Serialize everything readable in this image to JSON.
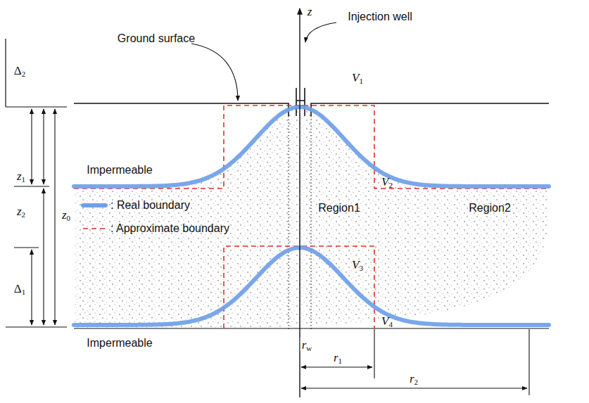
{
  "diagram": {
    "labels": [
      "Ground surface",
      "Injection well",
      "z",
      "Δ2",
      "z1",
      "z0",
      "z2",
      "Δ1",
      "Impermeable",
      "V1",
      "V2",
      "Region1",
      "Region2",
      "V3",
      "V4",
      "Impermeable",
      "rw",
      "r1",
      "r2"
    ],
    "legend": [
      {
        "text": ": Real boundary"
      },
      {
        "text": ": Approximate boundary"
      }
    ]
  }
}
